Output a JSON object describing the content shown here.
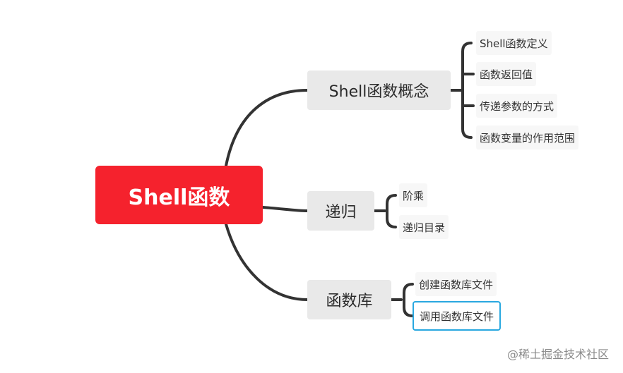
{
  "root": {
    "label": "Shell函数",
    "color": "#f5222d"
  },
  "branches": [
    {
      "label": "Shell函数概念",
      "children": [
        {
          "label": "Shell函数定义"
        },
        {
          "label": "函数返回值"
        },
        {
          "label": "传递参数的方式"
        },
        {
          "label": "函数变量的作用范围"
        }
      ]
    },
    {
      "label": "递归",
      "children": [
        {
          "label": "阶乘"
        },
        {
          "label": "递归目录"
        }
      ]
    },
    {
      "label": "函数库",
      "children": [
        {
          "label": "创建函数库文件"
        },
        {
          "label": "调用函数库文件",
          "selected": true
        }
      ]
    }
  ],
  "colors": {
    "connector": "#333333",
    "branch_fill": "#e9e9e9",
    "leaf_fill": "#f7f7f7",
    "selection_border": "#29a8e0"
  },
  "watermark": "@稀土掘金技术社区"
}
